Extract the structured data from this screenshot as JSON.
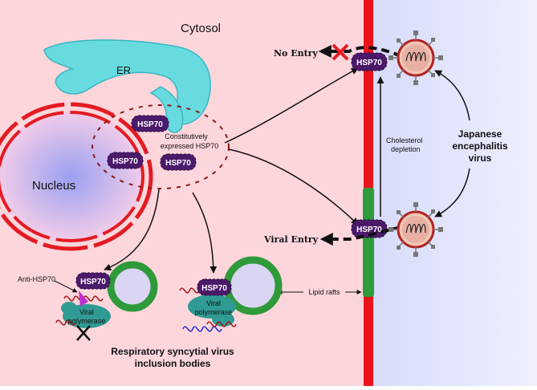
{
  "regions": {
    "cytosol": "Cytosol",
    "nucleus": "Nucleus",
    "er": "ER"
  },
  "proteins": {
    "hsp70": "HSP70",
    "constitutive_line1": "Constitutively",
    "constitutive_line2": "expressed HSP70"
  },
  "virus": {
    "line1": "Japanese",
    "line2": "encephalitis",
    "line3": "virus"
  },
  "membrane": {
    "no_entry": "No Entry",
    "viral_entry": "Viral Entry",
    "cholesterol_line1": "Cholesterol",
    "cholesterol_line2": "depletion",
    "lipid_rafts": "Lipid rafts"
  },
  "rsv": {
    "anti_hsp70": "Anti-HSP70",
    "viral": "Viral",
    "polymerase": "polymerase",
    "caption_line1": "Respiratory syncytial virus",
    "caption_line2": "inclusion bodies"
  },
  "colors": {
    "cytosol_bg": "#fdd6dc",
    "extracellular_bg": "#e6e8fb",
    "membrane": "#e8141c",
    "lipid_raft": "#2f9a3a",
    "hsp70": "#4b1a6b",
    "er": "#67dbe0",
    "nucleus_envelope": "#e31b23",
    "inclusion_body": "#2f9a3a",
    "polymerase": "#2f9b93"
  }
}
